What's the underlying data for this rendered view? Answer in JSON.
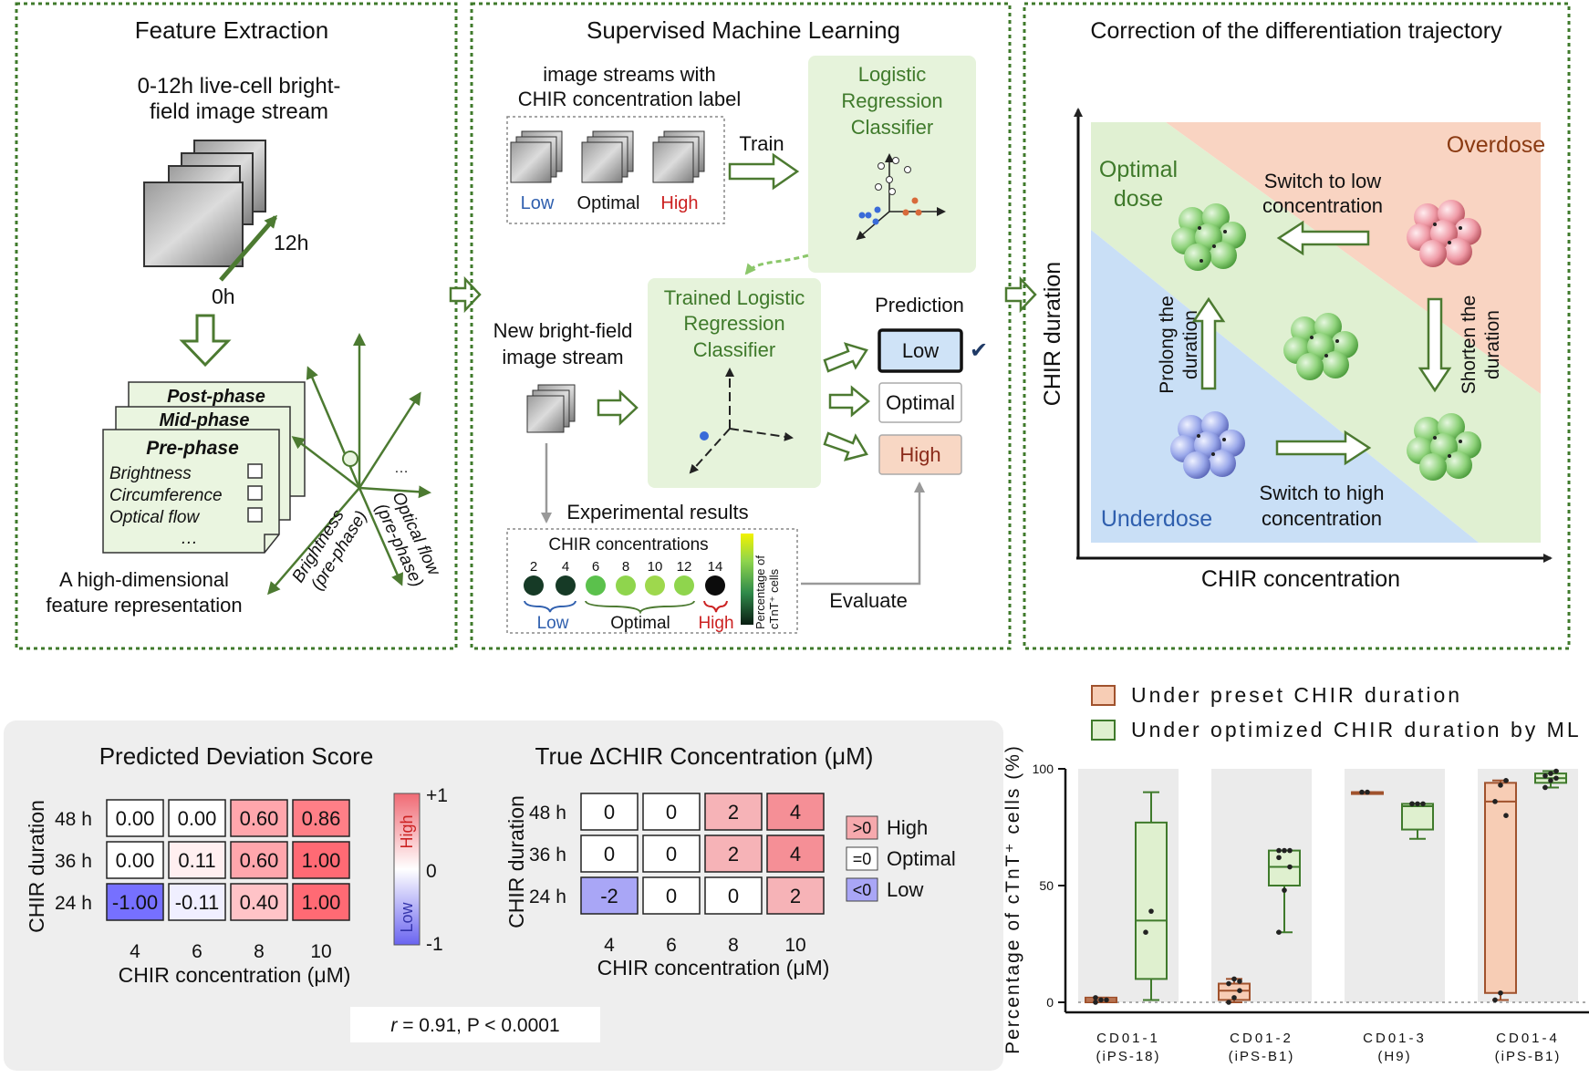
{
  "panels": {
    "feature_extraction": {
      "title": "Feature Extraction",
      "stream_label": [
        "0-12h live-cell bright-",
        "field image stream"
      ],
      "time_start": "0h",
      "time_end": "12h",
      "phases": [
        "Post-phase",
        "Mid-phase",
        "Pre-phase"
      ],
      "features": [
        "Brightness",
        "Circumference",
        "Optical flow",
        "…"
      ],
      "axis_labels": [
        "Brightness",
        "(pre-phase)",
        "Optical flow",
        "(pre-phase)"
      ],
      "ellipsis": "…",
      "caption": [
        "A high-dimensional",
        "feature representation"
      ]
    },
    "supervised_ml": {
      "title": "Supervised Machine Learning",
      "streams_label": [
        "image streams with",
        "CHIR concentration label"
      ],
      "stream_classes": [
        "Low",
        "Optimal",
        "High"
      ],
      "train": "Train",
      "classifier": [
        "Logistic",
        "Regression",
        "Classifier"
      ],
      "trained_classifier": [
        "Trained Logistic",
        "Regression",
        "Classifier"
      ],
      "new_stream": [
        "New bright-field",
        "image stream"
      ],
      "prediction_title": "Prediction",
      "predictions": [
        "Low",
        "Optimal",
        "High"
      ],
      "checkmark": "✔",
      "experimental": "Experimental results",
      "chir_title": "CHIR concentrations",
      "conc_values": [
        "2",
        "4",
        "6",
        "8",
        "10",
        "12",
        "14"
      ],
      "conc_groups": [
        "Low",
        "Optimal",
        "High"
      ],
      "colorbar_label": [
        "Percentage of",
        "cTnT⁺ cells"
      ],
      "evaluate": "Evaluate"
    },
    "correction": {
      "title": "Correction of the differentiation trajectory",
      "y_axis": "CHIR duration",
      "x_axis": "CHIR concentration",
      "optimal": [
        "Optimal",
        "dose"
      ],
      "overdose": "Overdose",
      "underdose": "Underdose",
      "switch_low": [
        "Switch to low",
        "concentration"
      ],
      "switch_high": [
        "Switch to high",
        "concentration"
      ],
      "prolong": [
        "Prolong the",
        "duration"
      ],
      "shorten": [
        "Shorten the",
        "duration"
      ]
    }
  },
  "heatmaps": {
    "predicted": {
      "title": "Predicted Deviation Score",
      "row_labels": [
        "48 h",
        "36 h",
        "24 h"
      ],
      "col_labels": [
        "4",
        "6",
        "8",
        "10"
      ],
      "values": [
        [
          "0.00",
          "0.00",
          "0.60",
          "0.86"
        ],
        [
          "0.00",
          "0.11",
          "0.60",
          "1.00"
        ],
        [
          "-1.00",
          "-0.11",
          "0.40",
          "1.00"
        ]
      ],
      "ylabel": "CHIR duration",
      "xlabel": "CHIR concentration (μM)",
      "colorbar_ticks": [
        "+1",
        "0",
        "-1"
      ],
      "colorbar_words": [
        "High",
        "Low"
      ]
    },
    "true": {
      "title": "True ΔCHIR Concentration (μM)",
      "row_labels": [
        "48 h",
        "36 h",
        "24 h"
      ],
      "col_labels": [
        "4",
        "6",
        "8",
        "10"
      ],
      "values": [
        [
          "0",
          "0",
          "2",
          "4"
        ],
        [
          "0",
          "0",
          "2",
          "4"
        ],
        [
          "-2",
          "0",
          "0",
          "2"
        ]
      ],
      "ylabel": "CHIR duration",
      "xlabel": "CHIR concentration (μM)",
      "legend": [
        {
          "box": ">0",
          "label": "High"
        },
        {
          "box": "=0",
          "label": "Optimal"
        },
        {
          "box": "<0",
          "label": "Low"
        }
      ]
    },
    "stats": {
      "r_label": "r",
      "r_value": " = 0.91,  P < 0.0001"
    }
  },
  "colors": {
    "green": "#3f7a2b",
    "orange": "#b4553a",
    "low_blue": "#2f5fae",
    "high_red": "#cc2222"
  },
  "chart_data": {
    "type": "box",
    "ylabel": "Percentage of cTnT⁺ cells (%)",
    "ylim": [
      0,
      100
    ],
    "yticks": [
      "0",
      "50",
      "100"
    ],
    "categories": [
      "CD01-1",
      "CD01-2",
      "CD01-3",
      "CD01-4"
    ],
    "category_sublabels": [
      "(iPS-18)",
      "(iPS-B1)",
      "(H9)",
      "(iPS-B1)"
    ],
    "series": [
      {
        "name": "Under preset CHIR duration",
        "color": "#f7cdb5",
        "stroke": "#a0522d",
        "boxes": [
          {
            "min": 0,
            "q1": 0,
            "median": 1,
            "q3": 2,
            "max": 2,
            "points": [
              0,
              1,
              1,
              2
            ]
          },
          {
            "min": 0,
            "q1": 1,
            "median": 5,
            "q3": 8,
            "max": 10,
            "points": [
              0,
              2,
              5,
              8,
              10,
              9
            ]
          },
          {
            "min": 90,
            "q1": 90,
            "median": 90,
            "q3": 90,
            "max": 90,
            "points": [
              90,
              90
            ]
          },
          {
            "min": 1,
            "q1": 4,
            "median": 86,
            "q3": 94,
            "max": 95,
            "points": [
              1,
              4,
              80,
              86,
              93,
              95
            ]
          }
        ]
      },
      {
        "name": "Under optimized CHIR duration by ML",
        "color": "#dff0cf",
        "stroke": "#3f7a2b",
        "boxes": [
          {
            "min": 1,
            "q1": 10,
            "median": 35,
            "q3": 77,
            "max": 90,
            "points": [
              30,
              39
            ]
          },
          {
            "min": 30,
            "q1": 50,
            "median": 58,
            "q3": 65,
            "max": 65,
            "points": [
              30,
              48,
              58,
              62,
              65,
              65,
              65
            ]
          },
          {
            "min": 70,
            "q1": 74,
            "median": 84,
            "q3": 85,
            "max": 85,
            "points": [
              85,
              85,
              85,
              85
            ]
          },
          {
            "min": 92,
            "q1": 94,
            "median": 96,
            "q3": 98,
            "max": 99,
            "points": [
              92,
              95,
              96,
              97,
              98,
              99
            ]
          }
        ]
      }
    ]
  }
}
